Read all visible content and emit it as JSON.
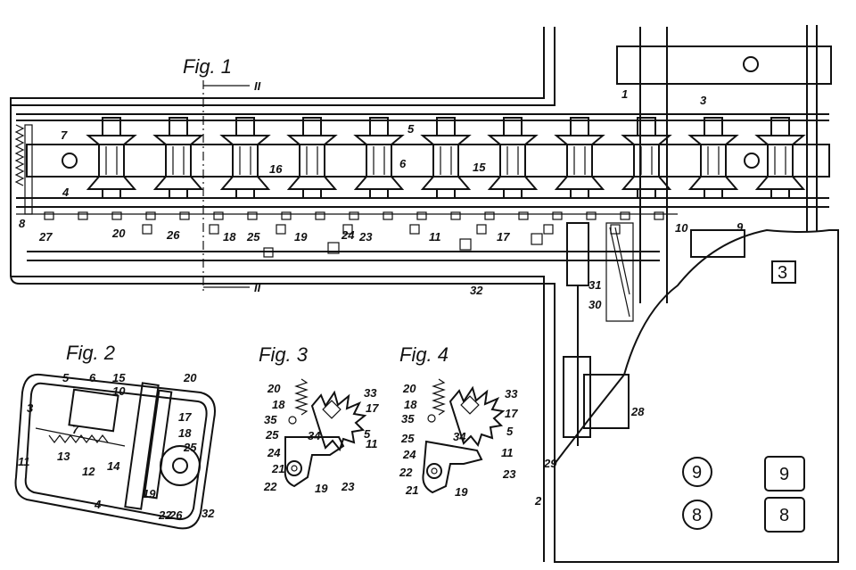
{
  "figures": {
    "fig1": "Fig. 1",
    "fig2": "Fig. 2",
    "fig3": "Fig. 3",
    "fig4": "Fig. 4"
  },
  "section_marker": "II",
  "keys": {
    "key_3": "3",
    "key_9_round": "9",
    "key_9_square": "9",
    "key_8_round": "8",
    "key_8_square": "8"
  },
  "fig1_labels": [
    "1",
    "2",
    "3",
    "4",
    "5",
    "6",
    "7",
    "8",
    "9",
    "10",
    "11",
    "15",
    "16",
    "17",
    "18",
    "19",
    "20",
    "23",
    "24",
    "25",
    "26",
    "27",
    "28",
    "29",
    "30",
    "31",
    "32"
  ],
  "fig2_labels": [
    "3",
    "4",
    "5",
    "6",
    "7",
    "10",
    "11",
    "12",
    "13",
    "14",
    "15",
    "17",
    "18",
    "19",
    "20",
    "22",
    "25",
    "26",
    "32"
  ],
  "fig3_labels": [
    "5",
    "11",
    "17",
    "18",
    "19",
    "20",
    "21",
    "22",
    "23",
    "24",
    "25",
    "33",
    "34",
    "35"
  ],
  "fig4_labels": [
    "5",
    "11",
    "17",
    "18",
    "19",
    "20",
    "21",
    "22",
    "23",
    "24",
    "25",
    "33",
    "34",
    "35"
  ]
}
